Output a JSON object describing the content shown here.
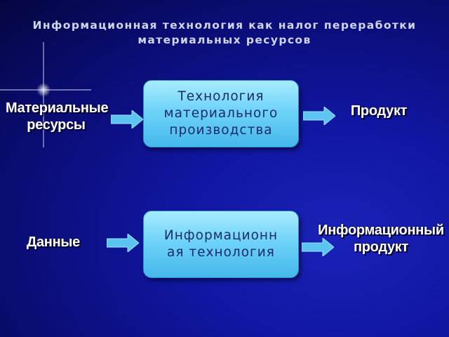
{
  "title": {
    "line1": "Информационная технология как налог переработки",
    "line2": "материальных ресурсов"
  },
  "row1": {
    "input": {
      "line1": "Материальные",
      "line2": "ресурсы"
    },
    "process": {
      "line1": "Технология",
      "line2": "материального",
      "line3": "производства"
    },
    "output": "Продукт"
  },
  "row2": {
    "input": "Данные",
    "process": {
      "line1": "Информационн",
      "line2": "ая технология"
    },
    "output": {
      "line1": "Информационный",
      "line2": "продукт"
    }
  },
  "colors": {
    "background": "#1016a0",
    "box_fill": "#6fd3f8",
    "box_text": "#1a2a6a",
    "arrow_fill": "#5cc4f0",
    "label_text": "#ffffff",
    "title_text": "#cfd6ea"
  }
}
